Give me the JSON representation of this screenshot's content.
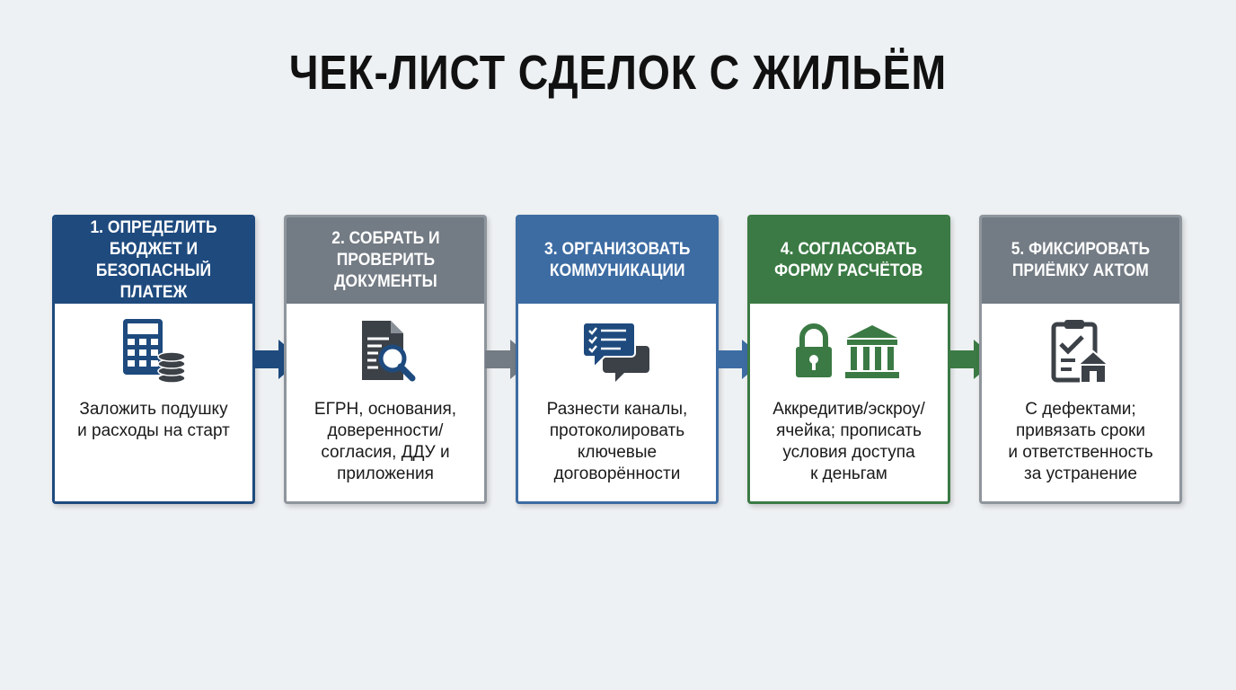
{
  "title": "ЧЕК-ЛИСТ СДЕЛОК С ЖИЛЬЁМ",
  "colors": {
    "step1": "#1e4a7e",
    "step2": "#737b84",
    "step3": "#3d6ca3",
    "step4": "#3b7a44",
    "step5": "#737b84",
    "background": "#eef1f3"
  },
  "steps": [
    {
      "heading": [
        "1. ОПРЕДЕЛИТЬ",
        "БЮДЖЕТ И",
        "БЕЗОПАСНЫЙ ПЛАТЕЖ"
      ],
      "icon": "calculator-coins-icon",
      "text": [
        "Заложить подушку",
        "и расходы на старт"
      ]
    },
    {
      "heading": [
        "2. СОБРАТЬ И",
        "ПРОВЕРИТЬ",
        "ДОКУМЕНТЫ"
      ],
      "icon": "document-magnifier-icon",
      "text": [
        "ЕГРН, основания,",
        "доверенности/",
        "согласия, ДДУ и",
        "приложения"
      ]
    },
    {
      "heading": [
        "3. ОРГАНИЗОВАТЬ",
        "КОММУНИКАЦИИ"
      ],
      "icon": "chat-bubbles-checklist-icon",
      "text": [
        "Разнести каналы,",
        "протоколировать",
        "ключевые",
        "договорённости"
      ]
    },
    {
      "heading": [
        "4. СОГЛАСОВАТЬ",
        "ФОРМУ РАСЧЁТОВ"
      ],
      "icon": "padlock-bank-icon",
      "text": [
        "Аккредитив/эскроу/",
        "ячейка; прописать",
        "условия доступа",
        "к деньгам"
      ]
    },
    {
      "heading": [
        "5. ФИКСИРОВАТЬ",
        "ПРИЁМКУ АКТОМ"
      ],
      "icon": "clipboard-house-icon",
      "text": [
        "С дефектами;",
        "привязать сроки",
        "и ответственность",
        "за устранение"
      ]
    }
  ]
}
